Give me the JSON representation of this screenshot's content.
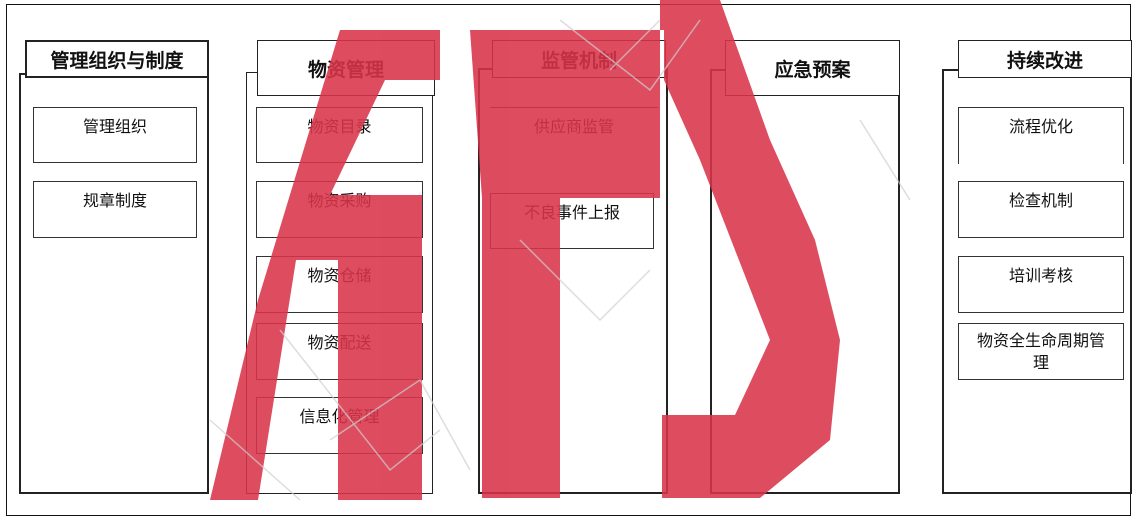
{
  "columns": [
    {
      "title": "管理组织与制度",
      "items": [
        "管理组织",
        "规章制度"
      ]
    },
    {
      "title": "物资管理",
      "items": [
        "物资目录",
        "物资采购",
        "物资仓储",
        "物资配送",
        "信息化管理"
      ]
    },
    {
      "title": "监管机制",
      "items": [
        "供应商监管",
        "不良事件上报"
      ]
    },
    {
      "title": "应急预案",
      "items": []
    },
    {
      "title": "持续改进",
      "items": [
        "流程优化",
        "检查机制",
        "培训考核",
        "物资全生命周期管理"
      ]
    }
  ],
  "watermark": {
    "color": "#d9334a",
    "icon": "logo-watermark"
  }
}
